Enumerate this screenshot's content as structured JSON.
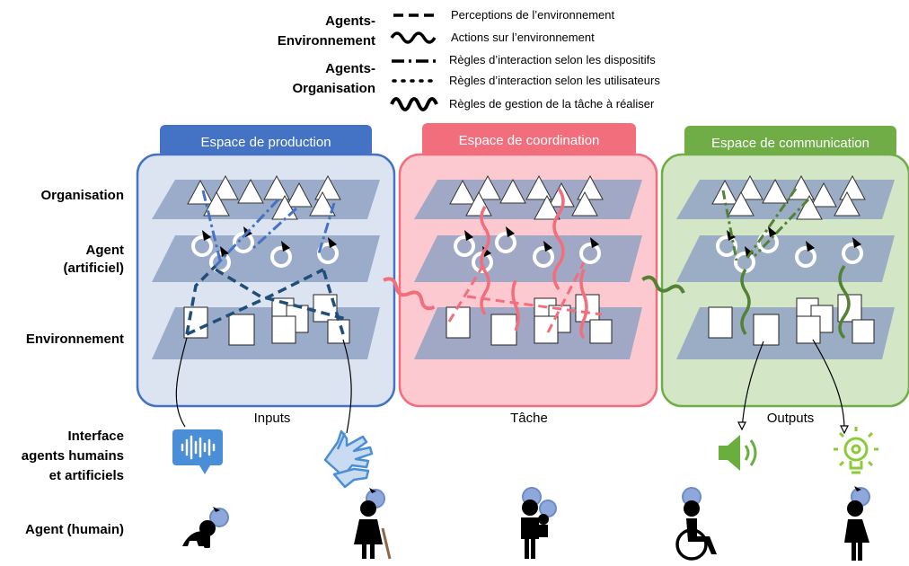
{
  "legend": {
    "group_env": [
      "Agents-",
      "Environnement"
    ],
    "group_org": [
      "Agents-",
      "Organisation"
    ],
    "items": [
      {
        "style": "dashed",
        "label": "Perceptions de l’environnement"
      },
      {
        "style": "wavy-thin",
        "label": "Actions sur l’environnement"
      },
      {
        "style": "dash-dot",
        "label": "Règles d’interaction selon les dispositifs"
      },
      {
        "style": "dotted",
        "label": "Règles d’interaction selon les utilisateurs"
      },
      {
        "style": "zigzag",
        "label": "Règles de gestion de la tâche à réaliser"
      }
    ]
  },
  "rows": {
    "organisation": "Organisation",
    "agent": [
      "Agent",
      "(artificiel)"
    ],
    "environnement": "Environnement",
    "interface": [
      "Interface",
      "agents humains",
      "et artificiels"
    ],
    "agent_humain": "Agent (humain)"
  },
  "spaces": [
    {
      "title": "Espace de production",
      "caption": "Inputs",
      "color": "#4472C4",
      "fill": "#DCE4F2"
    },
    {
      "title": "Espace de coordination",
      "caption": "Tâche",
      "color": "#F26E7D",
      "fill": "#FBC9CF"
    },
    {
      "title": "Espace de communication",
      "caption": "Outputs",
      "color": "#70AD47",
      "fill": "#D3E6C6"
    }
  ],
  "icons": {
    "interface": [
      "voice-message-icon",
      "sign-language-icon",
      "speaker-icon",
      "lightbulb-icon"
    ],
    "humans": [
      "crawling-baby-icon",
      "elderly-woman-icon",
      "parent-with-child-icon",
      "wheelchair-user-icon",
      "woman-icon"
    ]
  }
}
